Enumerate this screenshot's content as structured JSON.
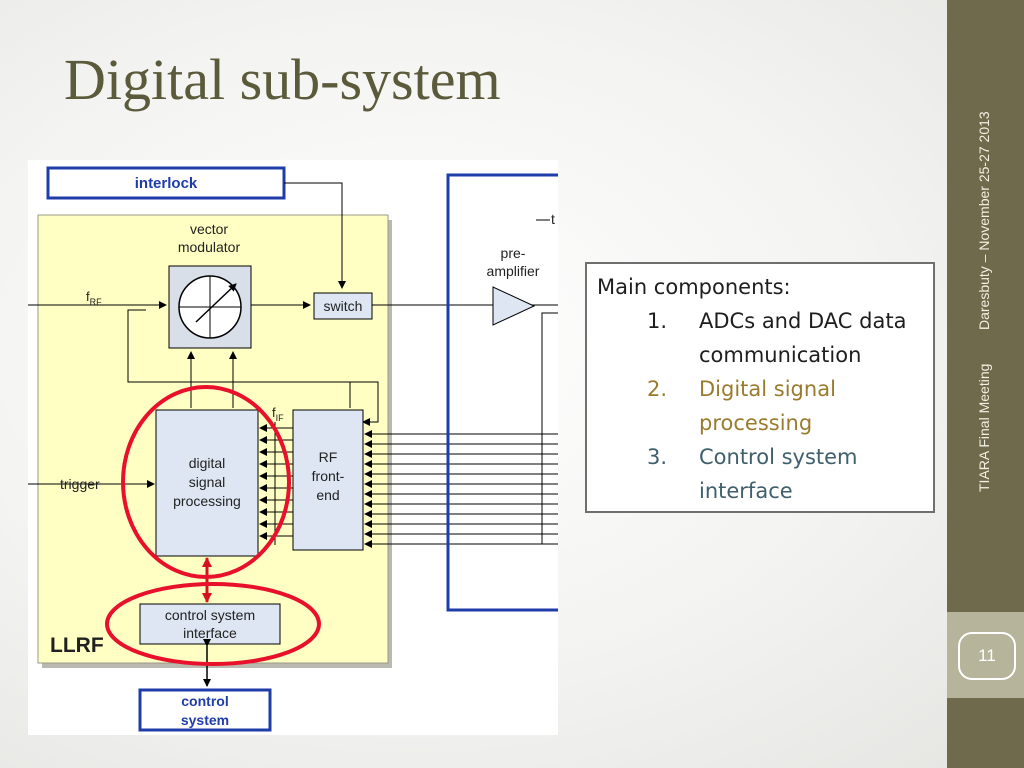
{
  "slide": {
    "title": "Digital sub-system",
    "footer_date": "Daresbuty – November 25-27 2013",
    "footer_event": "TIARA Final Meeting",
    "page_number": "11"
  },
  "diagram": {
    "labels": {
      "interlock": "interlock",
      "vector_modulator_1": "vector",
      "vector_modulator_2": "modulator",
      "pre_amplifier_1": "pre-",
      "pre_amplifier_2": "amplifier",
      "switch": "switch",
      "f_rf_base": "f",
      "f_rf_sub": "RF",
      "f_if_base": "f",
      "f_if_sub": "IF",
      "dsp_1": "digital",
      "dsp_2": "signal",
      "dsp_3": "processing",
      "rf_fe_1": "RF",
      "rf_fe_2": "front-",
      "rf_fe_3": "end",
      "trigger": "trigger",
      "csi_1": "control system",
      "csi_2": "interface",
      "llrf": "LLRF",
      "control_system_1": "control",
      "control_system_2": "system",
      "clipped_label": "t"
    },
    "colors": {
      "llrf_fill": "#ffffc4",
      "block_fill": "#dde6f2",
      "frame_blue": "#1f3ca8",
      "highlight_red": "#e8102a"
    }
  },
  "callout": {
    "heading": "Main components:",
    "items": [
      {
        "number": "1.",
        "text_1": "ADCs and DAC data",
        "text_2": "communication"
      },
      {
        "number": "2.",
        "text_1": "Digital signal",
        "text_2": "processing"
      },
      {
        "number": "3.",
        "text_1": "Control system",
        "text_2": "interface"
      }
    ]
  }
}
